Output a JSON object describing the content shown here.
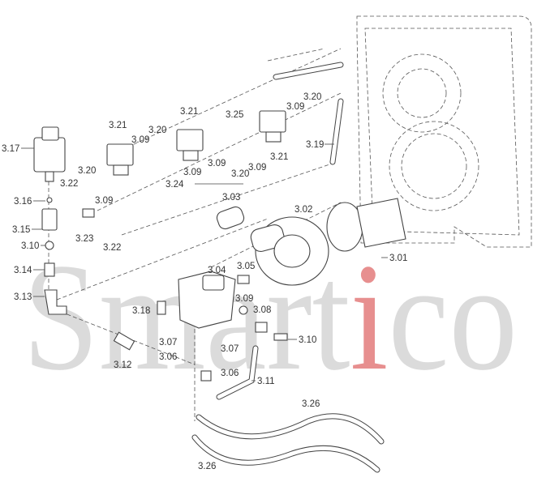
{
  "watermark": {
    "text_before": "Smart",
    "text_accent": "i",
    "text_after": "co",
    "accent_color": "#e06a6a"
  },
  "labels": [
    "3.17",
    "3.21",
    "3.21",
    "3.20",
    "3.09",
    "3.25",
    "3.09",
    "3.20",
    "3.21",
    "3.19",
    "3.09",
    "3.09",
    "3.20",
    "3.09",
    "3.24",
    "3.20",
    "3.22",
    "3.09",
    "3.16",
    "3.15",
    "3.10",
    "3.23",
    "3.22",
    "3.03",
    "3.02",
    "3.01",
    "3.14",
    "3.13",
    "3.04",
    "3.05",
    "3.18",
    "3.09",
    "3.08",
    "3.10",
    "3.07",
    "3.07",
    "3.06",
    "3.06",
    "3.12",
    "3.11",
    "3.26",
    "3.26"
  ]
}
